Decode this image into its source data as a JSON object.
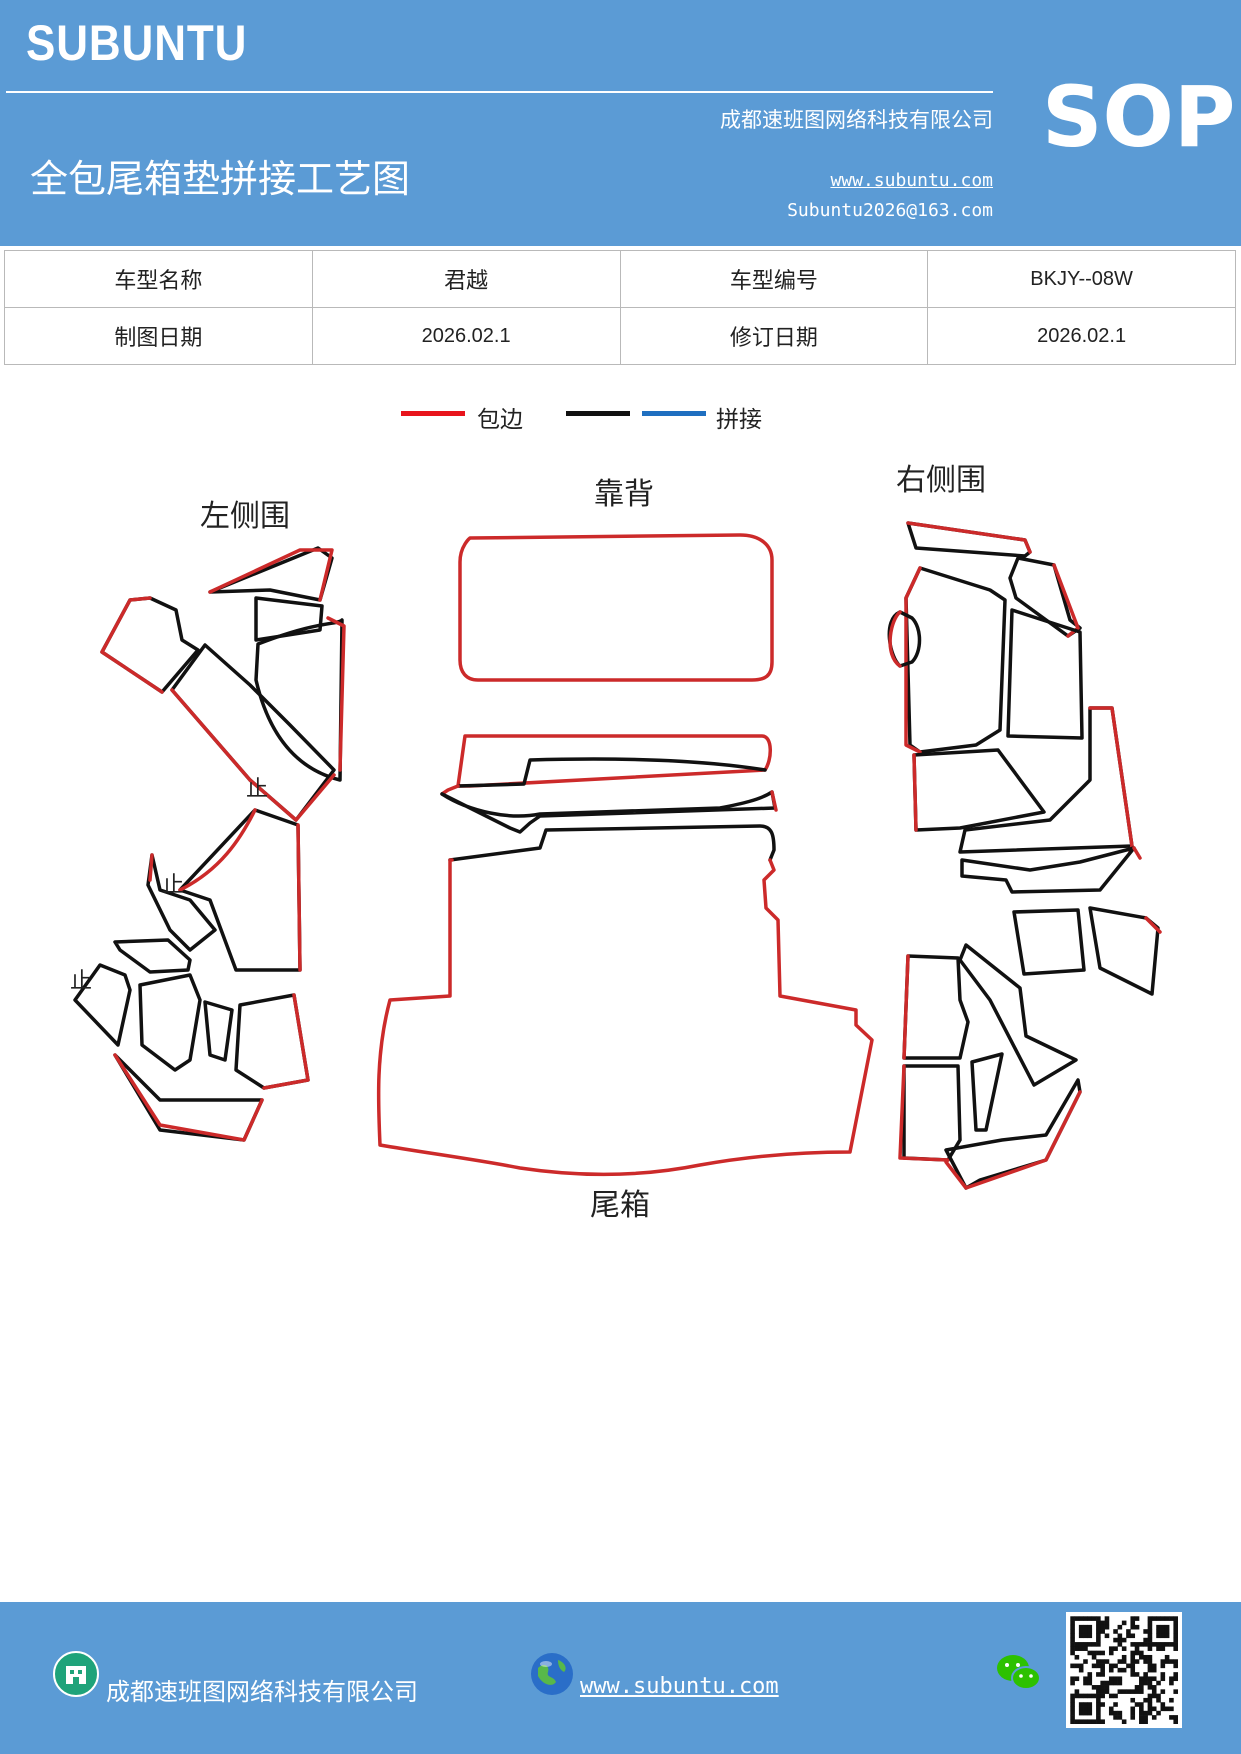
{
  "header": {
    "brand": "SUBUNTU",
    "company": "成都速班图网络科技有限公司",
    "title": "全包尾箱垫拼接工艺图",
    "website": "www.subuntu.com",
    "email": "Subuntu2026@163.com",
    "badge": "SOP"
  },
  "info_table": {
    "rows": [
      {
        "label1": "车型名称",
        "value1": "君越",
        "label2": "车型编号",
        "value2": "BKJY--08W"
      },
      {
        "label1": "制图日期",
        "value1": "2026.02.1",
        "label2": "修订日期",
        "value2": "2026.02.1"
      }
    ]
  },
  "legend": {
    "items": [
      {
        "label": "包边",
        "color": "#e8141c"
      },
      {
        "label": "",
        "color": "#111111"
      },
      {
        "label": "拼接",
        "color": "#1f6fc0"
      }
    ]
  },
  "diagram": {
    "labels": {
      "left": "左侧围",
      "back": "靠背",
      "right": "右侧围",
      "trunk": "尾箱",
      "stop1": "止",
      "stop2": "止",
      "stop3": "止"
    },
    "colors": {
      "edge": "#cc2a2a",
      "seam": "#111111"
    }
  },
  "footer": {
    "company": "成都速班图网络科技有限公司",
    "website": "www.subuntu.com"
  }
}
